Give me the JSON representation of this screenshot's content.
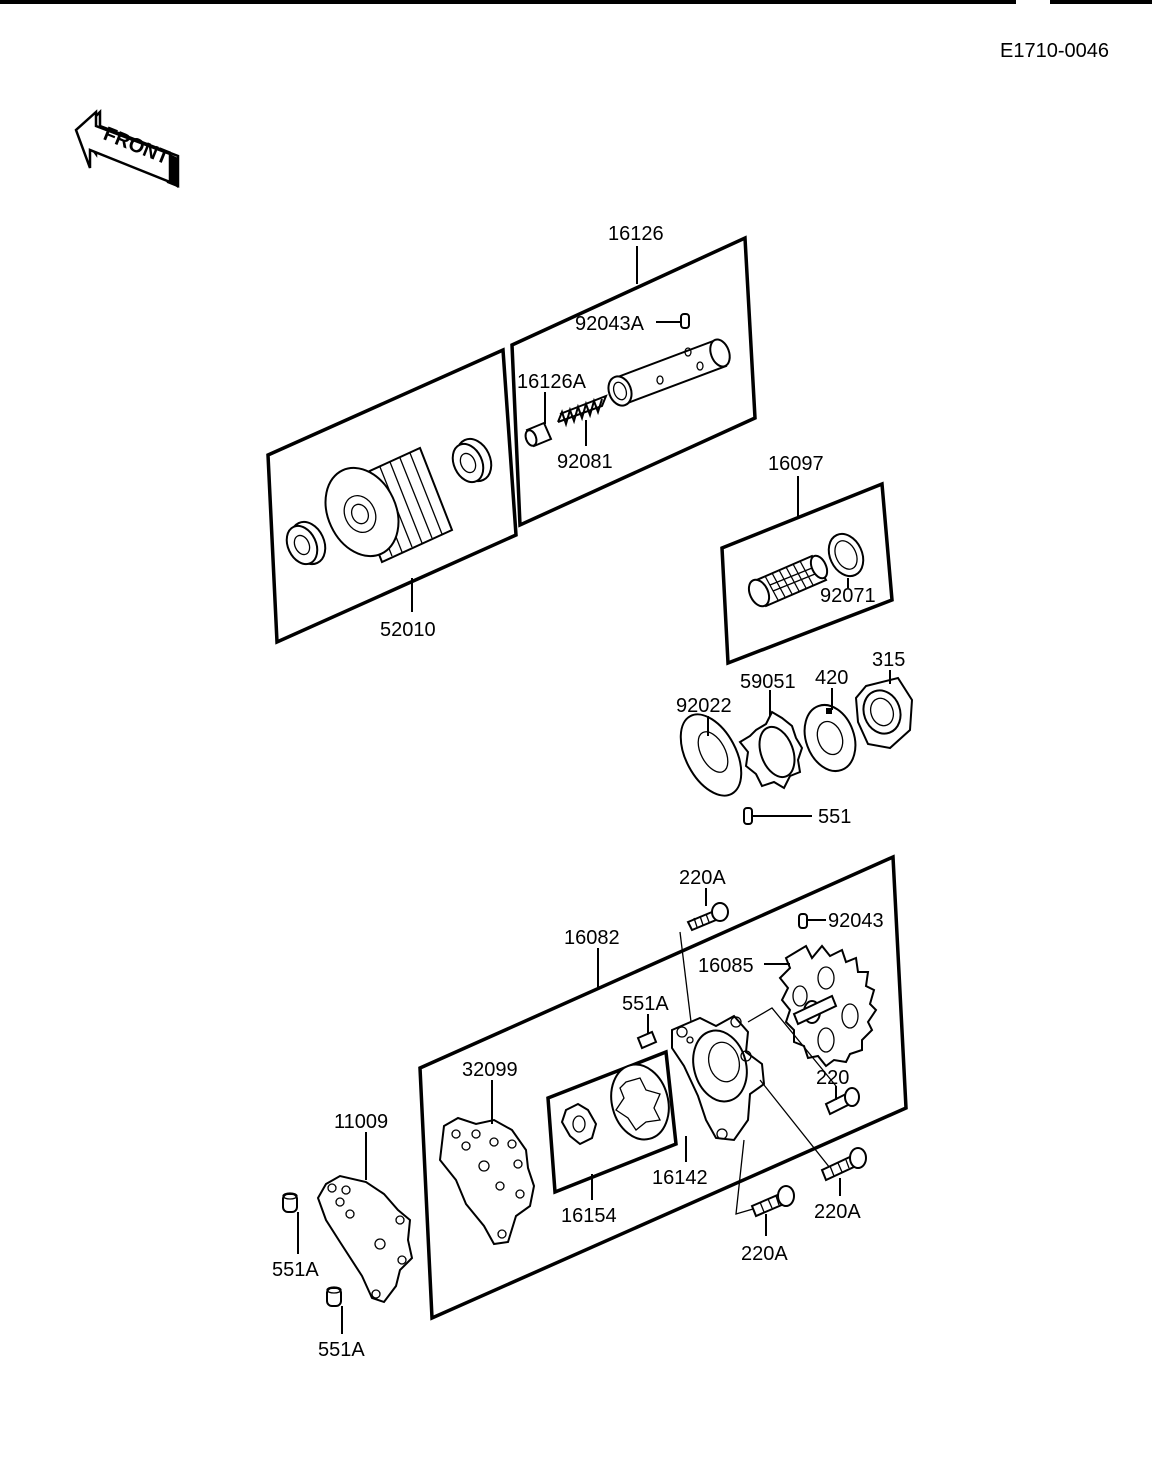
{
  "drawing_code": "E1710-0046",
  "front_label": "FRONT",
  "parts": {
    "p16126": "16126",
    "p92043A": "92043A",
    "p16126A": "16126A",
    "p92081": "92081",
    "p52010": "52010",
    "p16097": "16097",
    "p92071": "92071",
    "p92022": "92022",
    "p59051": "59051",
    "p420": "420",
    "p315": "315",
    "p551": "551",
    "p220A_top": "220A",
    "p16082": "16082",
    "p92043": "92043",
    "p16085": "16085",
    "p551A_mid": "551A",
    "p32099": "32099",
    "p11009": "11009",
    "p220": "220",
    "p16142": "16142",
    "p16154": "16154",
    "p220A_right": "220A",
    "p220A_bottom": "220A",
    "p551A_left1": "551A",
    "p551A_left2": "551A"
  }
}
